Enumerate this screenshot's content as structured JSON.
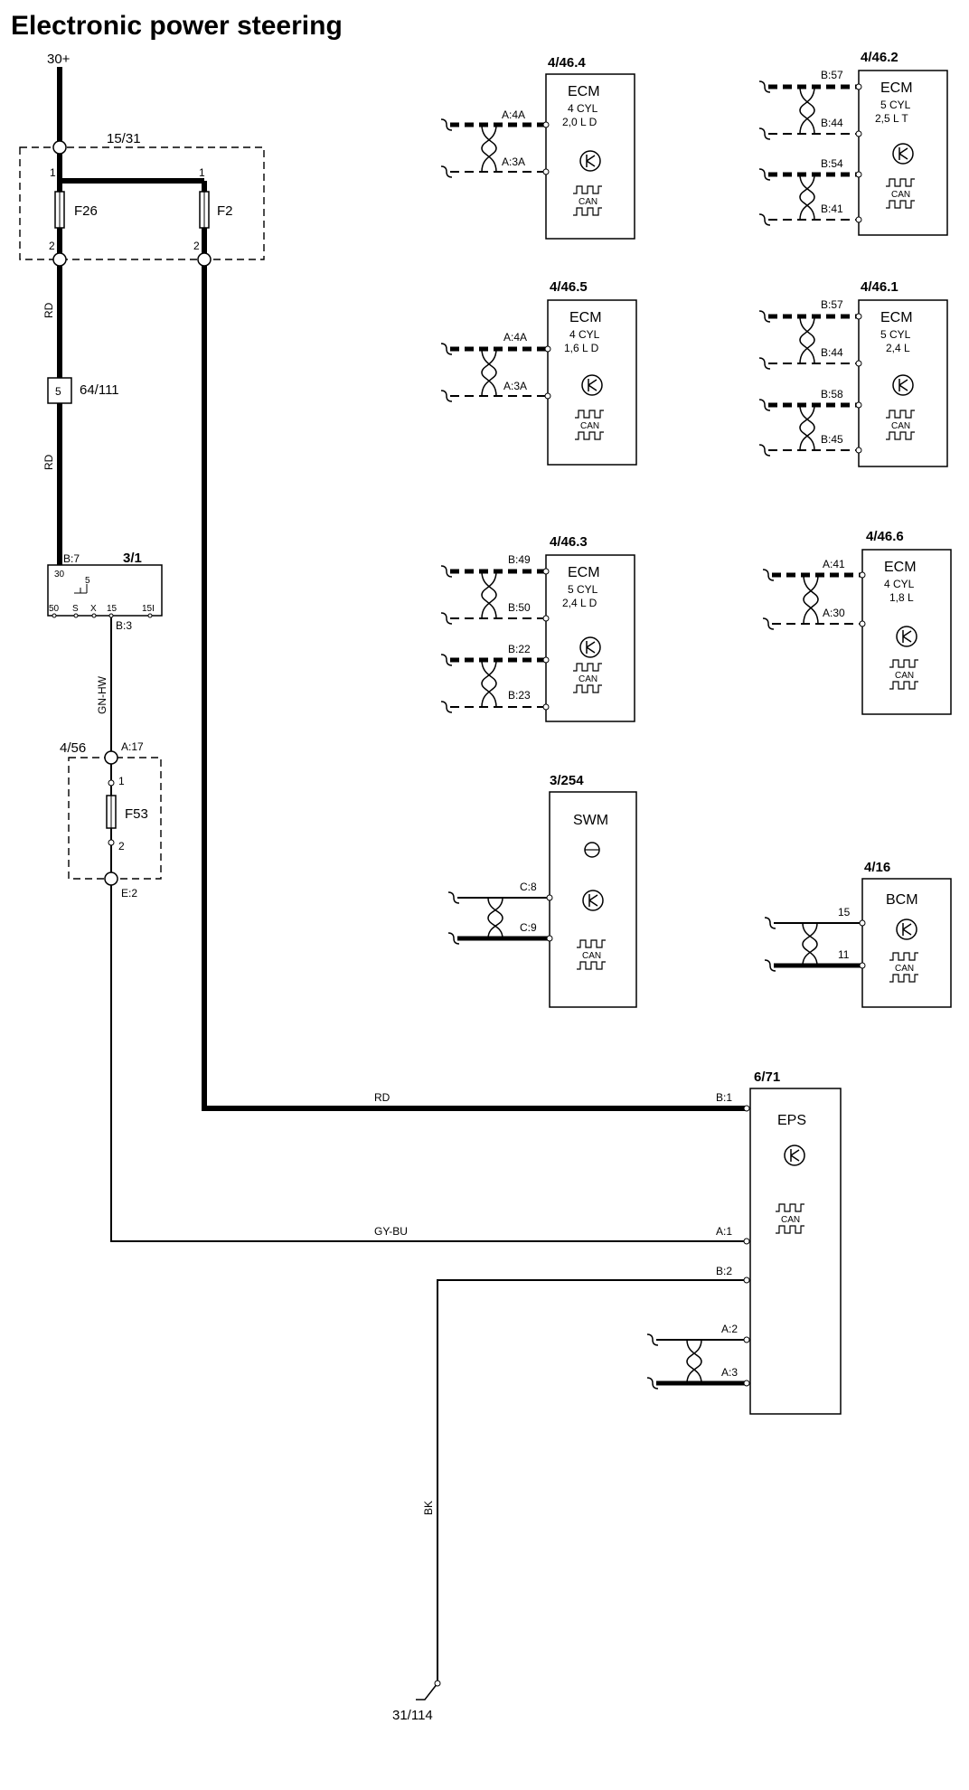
{
  "title": "Electronic power steering",
  "supply": {
    "terminal": "30+",
    "fuse_box": "15/31",
    "fuse_a": "F26",
    "fuse_b": "F2",
    "pin_top": "1",
    "pin_bottom": "2"
  },
  "connector": {
    "code": "64/111",
    "pin": "5"
  },
  "wires": {
    "rd": "RD",
    "gnhw": "GN-HW",
    "gybu": "GY-BU",
    "bk": "BK"
  },
  "ignition": {
    "ref": "3/1",
    "pin_in": "B:7",
    "pin_out": "B:3",
    "t30": "30",
    "t5": "5",
    "t50": "50",
    "ts": "S",
    "tx": "X",
    "t15": "15",
    "t15i": "15I"
  },
  "fuse_box2": {
    "ref": "4/56",
    "fuse": "F53",
    "pin_in": "A:17",
    "pin_out": "E:2",
    "p1": "1",
    "p2": "2"
  },
  "ecm_modules": [
    {
      "ref": "4/46.4",
      "name": "ECM",
      "line1": "4 CYL",
      "line2": "2,0 L D",
      "pins": [
        "A:4A",
        "A:3A"
      ]
    },
    {
      "ref": "4/46.5",
      "name": "ECM",
      "line1": "4 CYL",
      "line2": "1,6 L D",
      "pins": [
        "A:4A",
        "A:3A"
      ]
    },
    {
      "ref": "4/46.3",
      "name": "ECM",
      "line1": "5 CYL",
      "line2": "2,4 L D",
      "pins": [
        "B:49",
        "B:50",
        "B:22",
        "B:23"
      ]
    },
    {
      "ref": "4/46.2",
      "name": "ECM",
      "line1": "5 CYL",
      "line2": "2,5 L T",
      "pins": [
        "B:57",
        "B:44",
        "B:54",
        "B:41"
      ]
    },
    {
      "ref": "4/46.1",
      "name": "ECM",
      "line1": "5 CYL",
      "line2": "2,4 L",
      "pins": [
        "B:57",
        "B:44",
        "B:58",
        "B:45"
      ]
    },
    {
      "ref": "4/46.6",
      "name": "ECM",
      "line1": "4 CYL",
      "line2": "1,8 L",
      "pins": [
        "A:41",
        "A:30"
      ]
    }
  ],
  "swm": {
    "ref": "3/254",
    "name": "SWM",
    "pins": [
      "C:8",
      "C:9"
    ]
  },
  "bcm": {
    "ref": "4/16",
    "name": "BCM",
    "pins": [
      "15",
      "11"
    ]
  },
  "eps": {
    "ref": "6/71",
    "name": "EPS",
    "pins": [
      "B:1",
      "A:1",
      "B:2",
      "A:2",
      "A:3"
    ]
  },
  "can_label": "CAN",
  "ground": {
    "ref": "31/114"
  }
}
